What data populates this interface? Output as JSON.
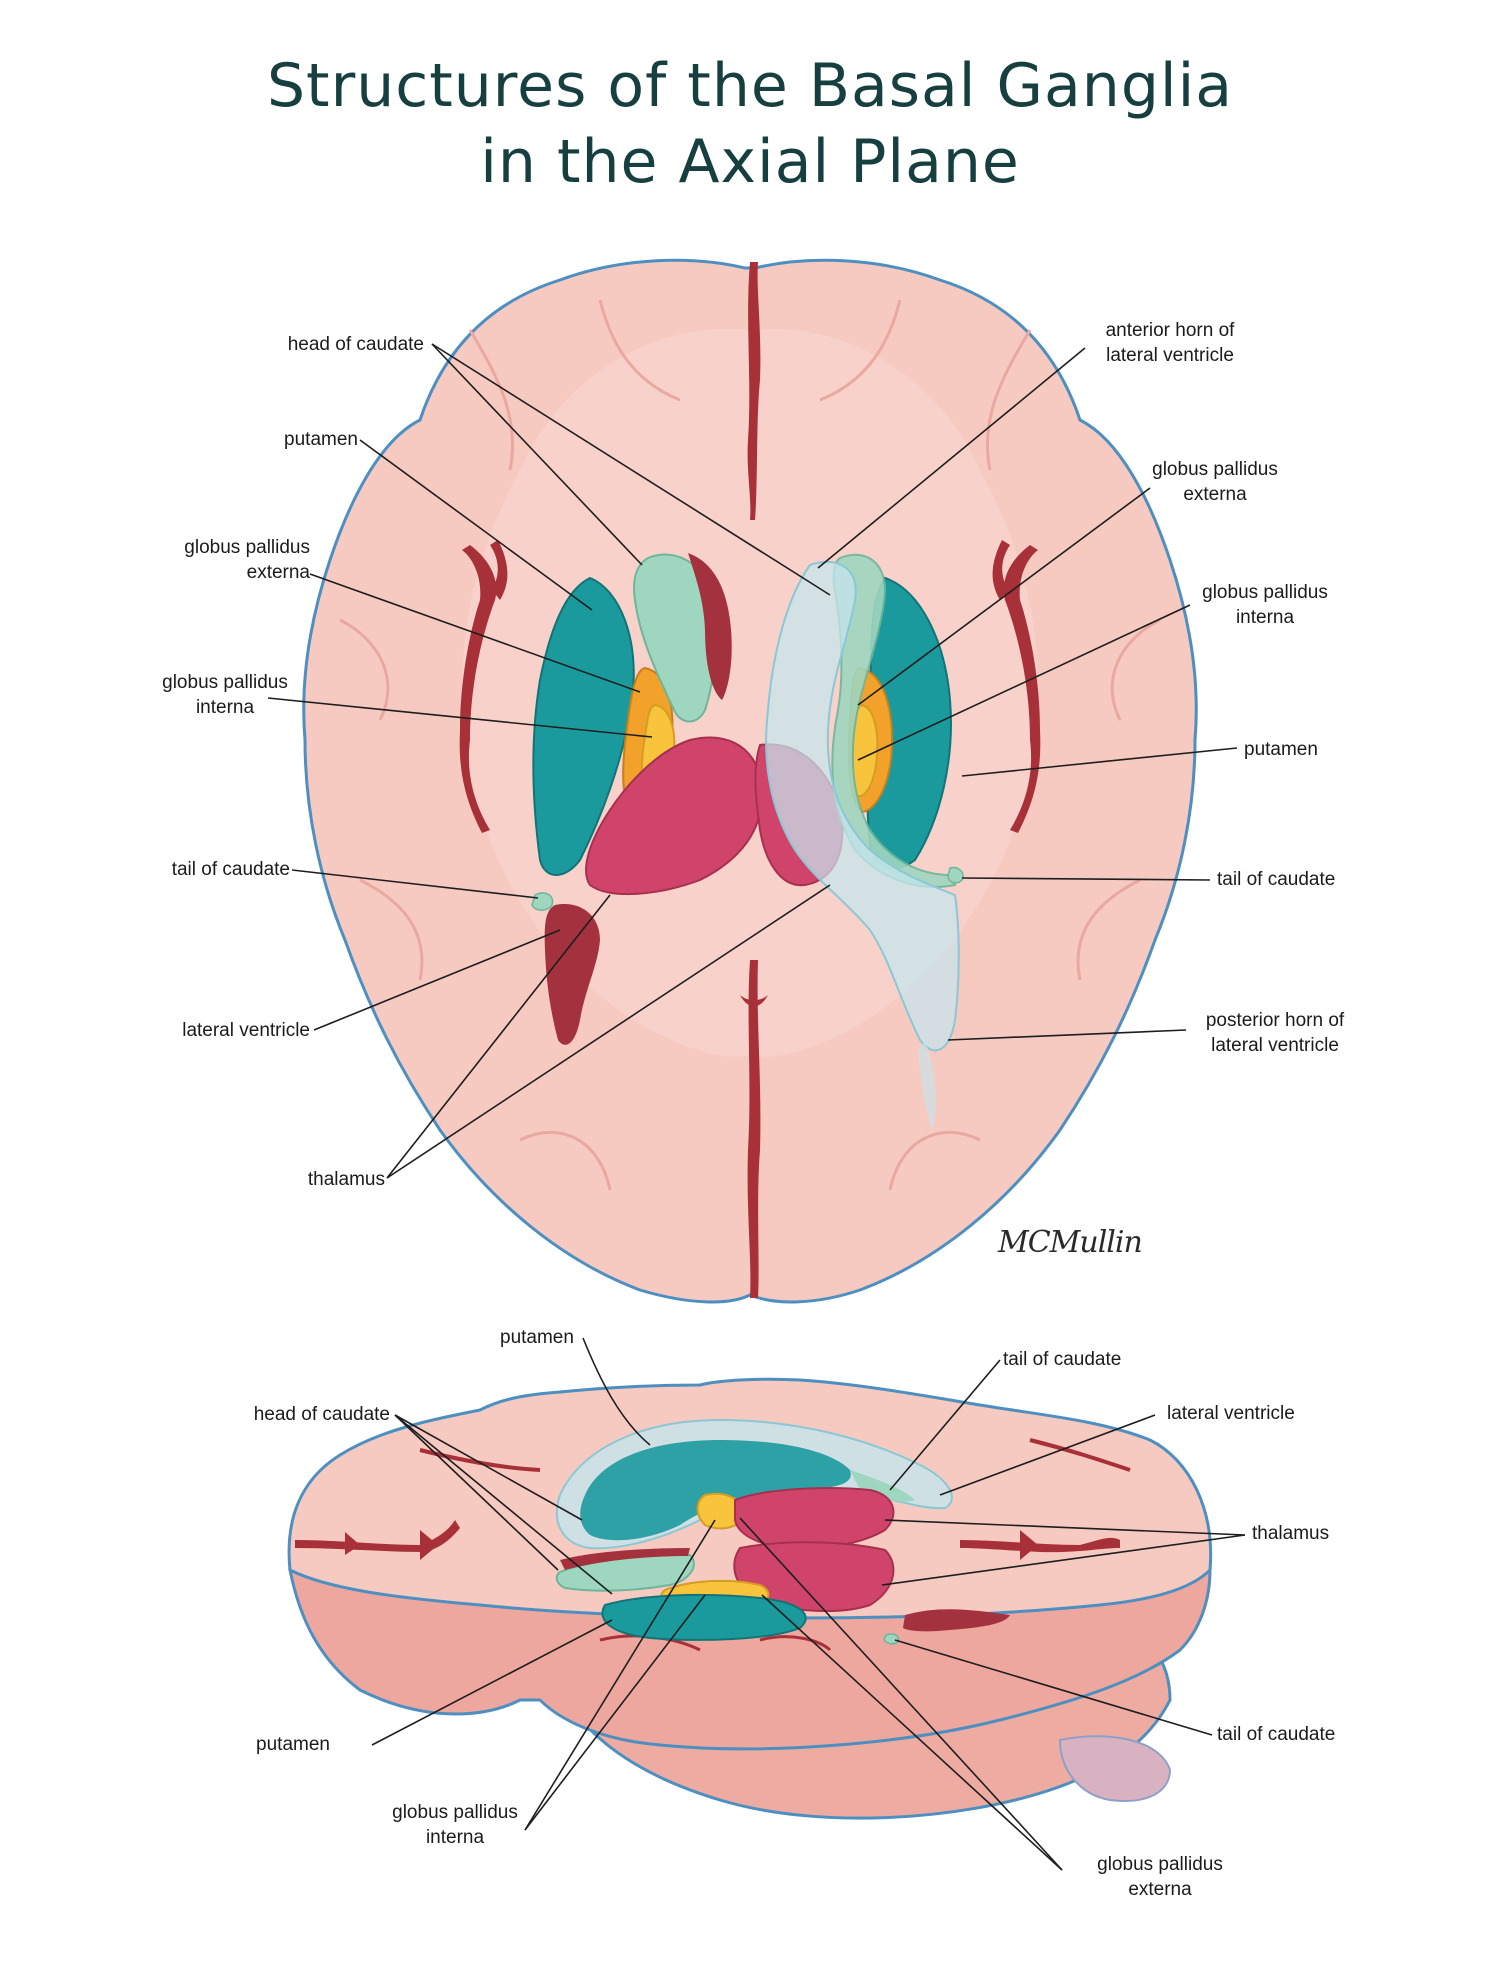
{
  "title": {
    "line1": "Structures of the Basal Ganglia",
    "line2": "in the Axial Plane"
  },
  "signature": "MCMullin",
  "colors": {
    "title": "#173f3f",
    "cortex": "#f6c9c1",
    "cortex_outline": "#4d8fc0",
    "sulcus": "#a83038",
    "putamen": "#1b9a9e",
    "globus_pallidus_externa": "#f2a22a",
    "globus_pallidus_interna": "#f7c43c",
    "caudate": "#9fd6bf",
    "thalamus": "#d0446c",
    "lateral_ventricle": "#a4323e",
    "ventricle_transparent": "#c6e6ee"
  },
  "axial_labels": {
    "head_of_caudate": "head of caudate",
    "putamen_left": "putamen",
    "gp_externa_left": {
      "line1": "globus pallidus",
      "line2": "externa"
    },
    "gp_interna_left": {
      "line1": "globus pallidus",
      "line2": "interna"
    },
    "tail_of_caudate_left": "tail of caudate",
    "lateral_ventricle": "lateral ventricle",
    "thalamus": "thalamus",
    "anterior_horn": {
      "line1": "anterior horn of",
      "line2": "lateral ventricle"
    },
    "gp_externa_right": {
      "line1": "globus pallidus",
      "line2": "externa"
    },
    "gp_interna_right": {
      "line1": "globus pallidus",
      "line2": "interna"
    },
    "putamen_right": "putamen",
    "tail_of_caudate_right": "tail of caudate",
    "posterior_horn": {
      "line1": "posterior horn of",
      "line2": "lateral ventricle"
    }
  },
  "oblique_labels": {
    "putamen_top": "putamen",
    "head_of_caudate": "head of caudate",
    "tail_of_caudate_top": "tail of caudate",
    "lateral_ventricle": "lateral ventricle",
    "thalamus": "thalamus",
    "tail_of_caudate_bottom": "tail of caudate",
    "putamen_bottom": "putamen",
    "gp_interna": {
      "line1": "globus pallidus",
      "line2": "interna"
    },
    "gp_externa": {
      "line1": "globus pallidus",
      "line2": "externa"
    }
  }
}
